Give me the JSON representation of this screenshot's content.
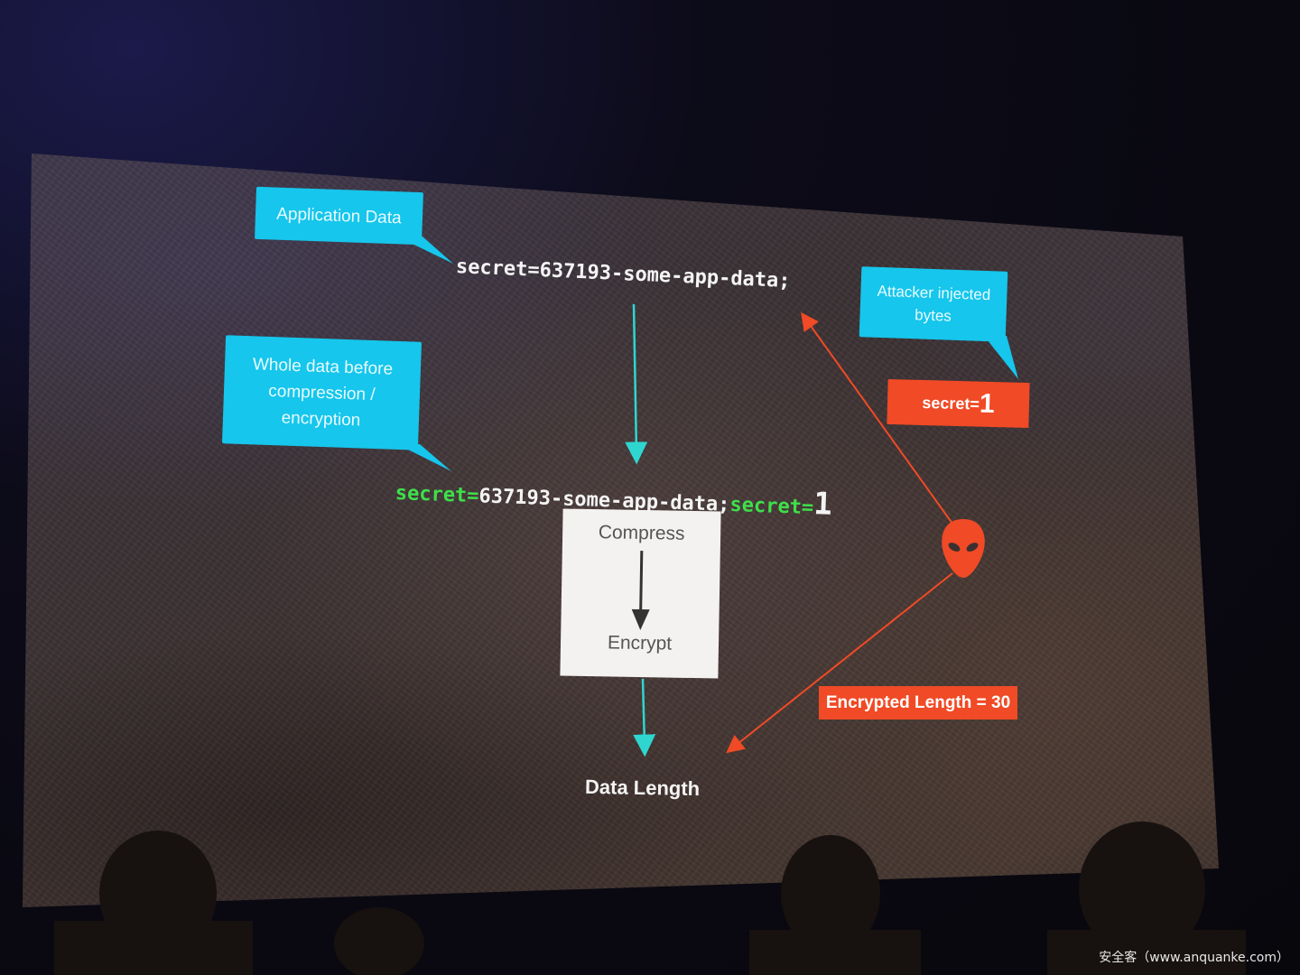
{
  "callouts": {
    "application_data": "Application Data",
    "whole_data": "Whole data before compression / encryption",
    "attacker_injected": "Attacker injected bytes"
  },
  "app_data_line": "secret=637193-some-app-data;",
  "combined_line": {
    "part1": "secret=",
    "part2": "637193-some-app-data;",
    "part3": "secret=",
    "part4": "1"
  },
  "injected_box": {
    "label": "secret=",
    "value": "1"
  },
  "process_box": {
    "top": "Compress",
    "bottom": "Encrypt"
  },
  "data_length_label": "Data Length",
  "encrypted_length_box": "Encrypted Length = 30",
  "watermark": "安全客（www.anquanke.com）",
  "colors": {
    "callout": "#16c6ec",
    "attacker": "#f04a26",
    "green_text": "#3ee04a",
    "arrow_cyan": "#2fd6d0"
  }
}
